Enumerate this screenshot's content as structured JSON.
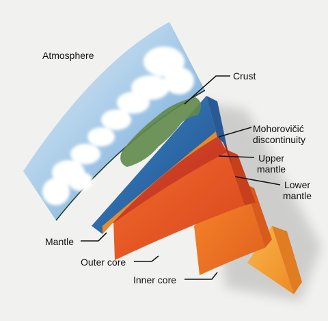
{
  "labels": {
    "atmosphere": "Atmosphere",
    "crust": "Crust",
    "moho_line1": "Mohorovičić",
    "moho_line2": "discontinuity",
    "upper_mantle_line1": "Upper",
    "upper_mantle_line2": "mantle",
    "lower_mantle_line1": "Lower",
    "lower_mantle_line2": "mantle",
    "mantle": "Mantle",
    "outer_core": "Outer core",
    "inner_core": "Inner core"
  },
  "colors": {
    "background": "#f1f1ef",
    "atmosphere": "#9cc4e6",
    "cloud": "#ffffff",
    "ocean": "#2f6fb3",
    "land": "#5f8a4a",
    "crust_edge": "#e98a2a",
    "upper_mantle": "#d8412a",
    "lower_mantle": "#ee5a26",
    "outer_core": "#f47b22",
    "inner_core": "#f7a23a",
    "leader_line": "#111111"
  }
}
